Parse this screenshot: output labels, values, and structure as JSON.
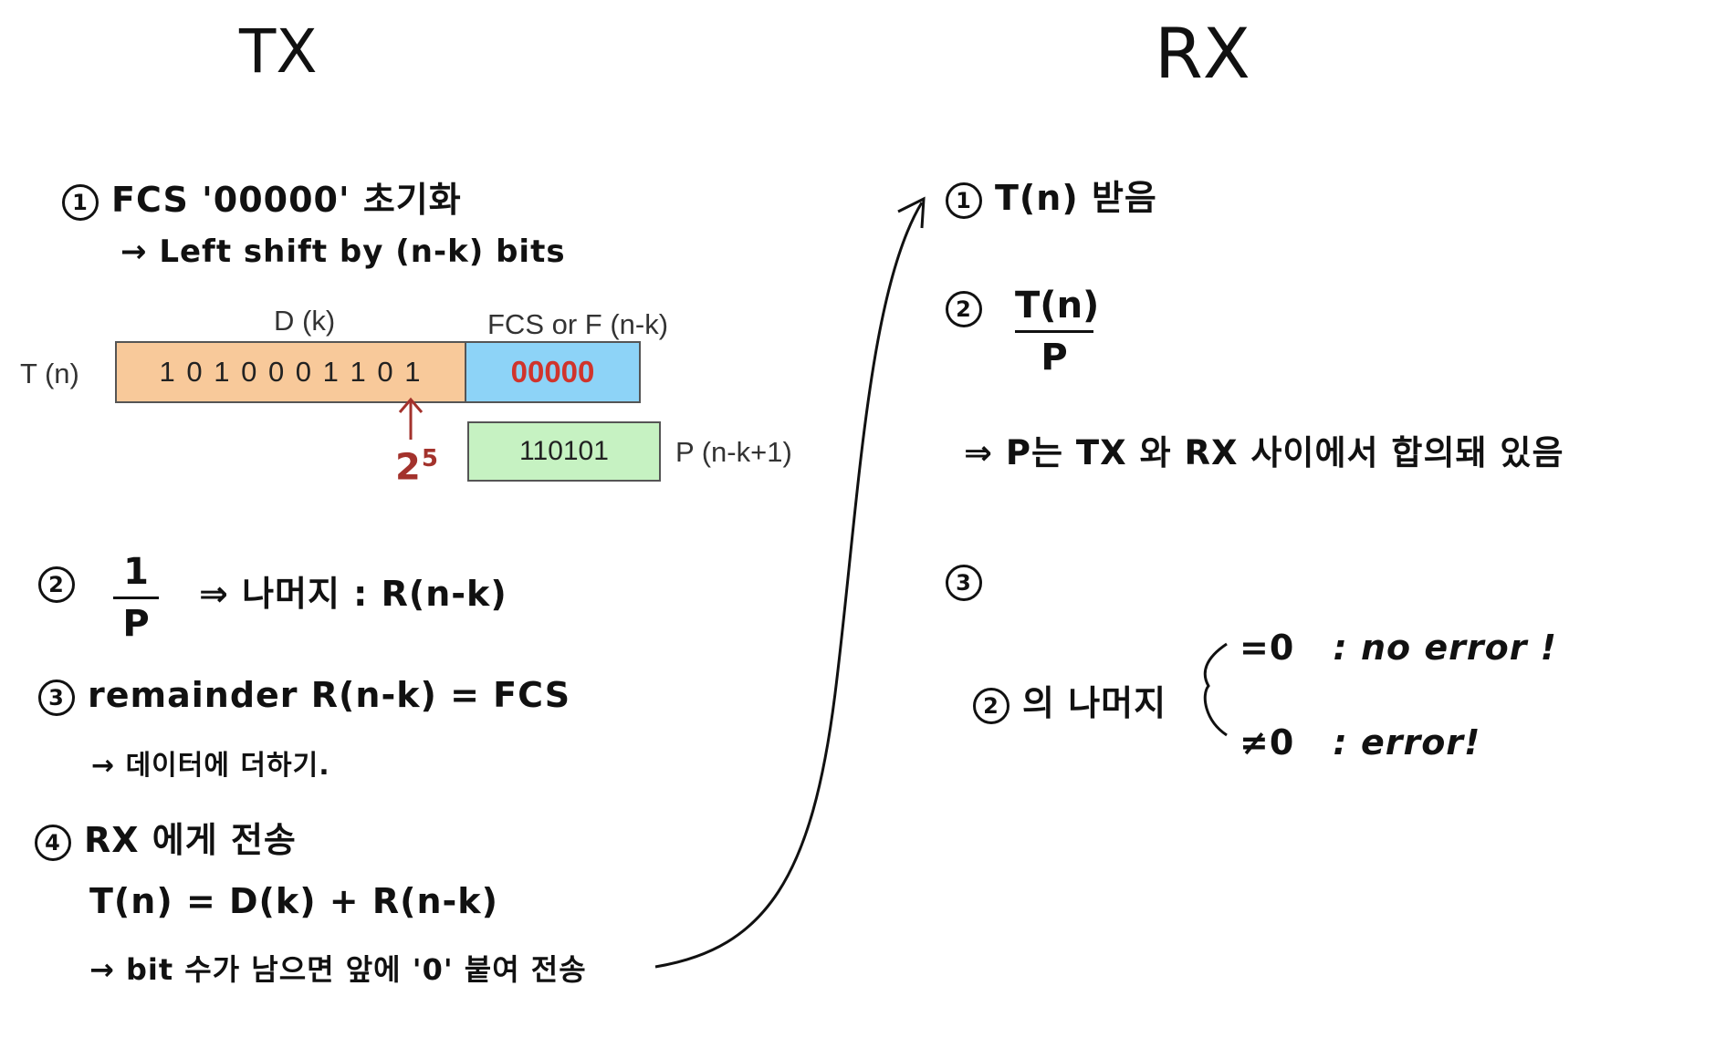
{
  "titles": {
    "tx": "TX",
    "rx": "RX"
  },
  "tx": {
    "step1": {
      "num": "1",
      "text": "FCS '00000' 초기화",
      "arrow_text": "→ Left shift by (n-k) bits"
    },
    "frame": {
      "t_label": "T (n)",
      "d_label": "D (k)",
      "fcs_label": "FCS or F (n-k)",
      "data_bits": "1 0 1 0 0 0 1 1 0 1",
      "fcs_bits": "00000",
      "p_bits": "110101",
      "p_label": "P (n-k+1)",
      "shift_base": "2",
      "shift_exp": "5"
    },
    "step2": {
      "num": "2",
      "frac_num": "1",
      "frac_den": "P",
      "result": "⇒ 나머지 : R(n-k)"
    },
    "step3": {
      "num": "3",
      "text": "remainder  R(n-k) = FCS",
      "arrow_text": "→ 데이터에 더하기."
    },
    "step4": {
      "num": "4",
      "text": "RX 에게 전송",
      "formula": "T(n) =  D(k)  +  R(n-k)",
      "arrow_text": "→ bit 수가 남으면 앞에 '0' 붙여 전송"
    }
  },
  "rx": {
    "step1": {
      "num": "1",
      "text": "T(n) 받음"
    },
    "step2": {
      "num": "2",
      "frac_num": "T(n)",
      "frac_den": "P",
      "note": "⇒ P는  TX 와 RX  사이에서  합의돼 있음"
    },
    "step3": {
      "num": "3",
      "ref_num": "2",
      "prefix": "의 나머지",
      "case_zero": "=0",
      "case_zero_text": ":  no error !",
      "case_nonzero": "≠0",
      "case_nonzero_text": ":  error!"
    }
  },
  "colors": {
    "data_box": "#f8c99a",
    "fcs_box": "#8dd3f7",
    "p_box": "#c6f2c2",
    "fcs_text": "#d0342c",
    "shift_mark": "#a3322c"
  }
}
